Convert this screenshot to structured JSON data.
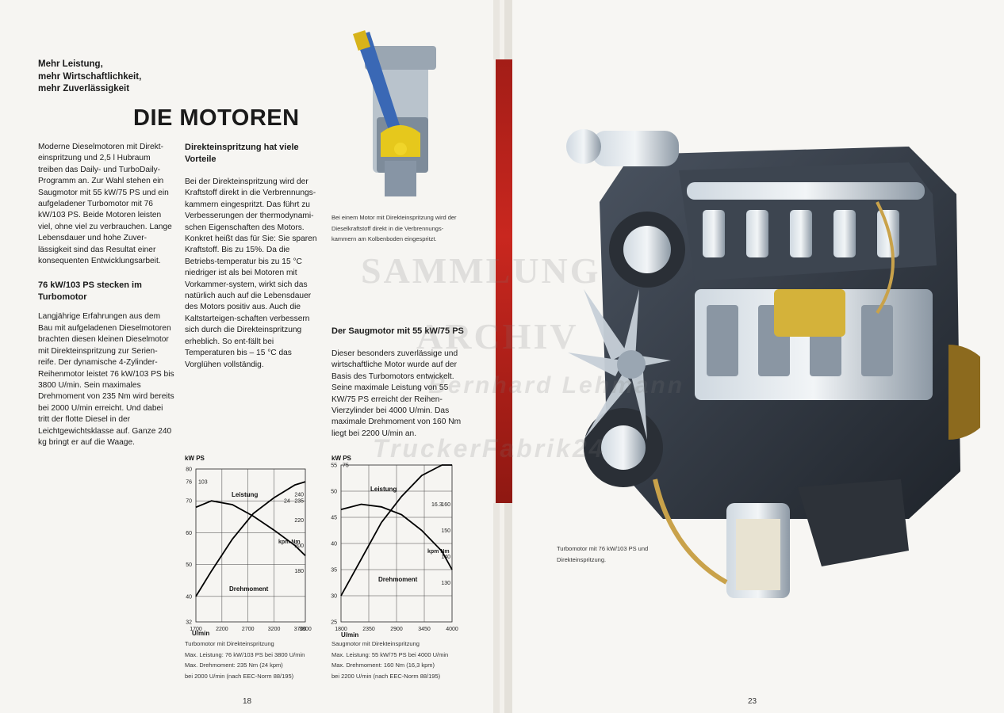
{
  "tagline": [
    "Mehr Leistung,",
    "mehr Wirtschaftlichkeit,",
    "mehr Zuverlässigkeit"
  ],
  "title": "DIE MOTOREN",
  "col1": {
    "intro": "Moderne Dieselmotoren mit Direkt-einspritzung und 2,5 l Hubraum treiben das Daily- und TurboDaily-Programm an. Zur Wahl stehen ein Saugmotor mit 55 kW/75 PS und ein aufgeladener Turbomotor mit 76 kW/103 PS. Beide Motoren leisten viel, ohne viel zu verbrauchen. Lange Lebensdauer und hohe Zuver-lässigkeit sind das Resultat einer konsequenten Entwicklungsarbeit.",
    "heading": "76 kW/103 PS stecken im Turbomotor",
    "body": "Langjährige Erfahrungen aus dem Bau mit aufgeladenen Dieselmotoren brachten diesen kleinen Dieselmotor mit Direkteinspritzung zur Serien-reife. Der dynamische 4-Zylinder-Reihenmotor leistet 76 kW/103 PS bis 3800 U/min. Sein maximales Drehmoment von 235 Nm wird bereits bei 2000 U/min erreicht. Und dabei tritt der flotte Diesel in der Leichtgewichtsklasse auf. Ganze 240 kg bringt er auf die Waage."
  },
  "col2": {
    "heading": "Direkteinspritzung hat viele Vorteile",
    "body": "Bei der Direkteinspritzung wird der Kraftstoff direkt in die Verbrennungs-kammern eingespritzt. Das führt zu Verbesserungen der thermodynami-schen Eigenschaften des Motors. Konkret heißt das für Sie: Sie sparen Kraftstoff. Bis zu 15%. Da die Betriebs-temperatur bis zu 15 °C niedriger ist als bei Motoren mit Vorkammer-system, wirkt sich das natürlich auch auf die Lebensdauer des Motors positiv aus. Auch die Kaltstarteigen-schaften verbessern sich durch die Direkteinspritzung erheblich. So ent-fällt bei Temperaturen bis – 15 °C das Vorglühen vollständig."
  },
  "col3": {
    "heading": "Der Saugmotor mit 55 kW/75 PS",
    "body": "Dieser besonders zuverlässige und wirtschaftliche Motor wurde auf der Basis des Turbomotors entwickelt. Seine maximale Leistung von 55 KW/75 PS erreicht der Reihen-Vierzylinder bei 4000 U/min. Das maximale Drehmoment von 160 Nm liegt bei 2200 U/min an."
  },
  "injector_caption": "Bei einem Motor mit Direkteinspritzung wird der Dieselkraftstoff direkt in die Verbrennungs-kammern am Kolbenboden eingespritzt.",
  "engine_caption": "Turbomotor mit 76 kW/103 PS und Direkteinspritzung.",
  "watermark": {
    "line1": "SAMMLUNG",
    "line2": "ARCHIV",
    "line3": "Bernhard Lehmann",
    "line4": "TruckerFabrik24"
  },
  "page_left": "18",
  "page_right": "23",
  "chart_data": [
    {
      "type": "line",
      "title": "",
      "xlabel": "U/min",
      "ylabel": "kW PS",
      "ylabel_right": "kpm Nm",
      "x_ticks": [
        "1700",
        "2200",
        "2700",
        "3200",
        "3700",
        "3800"
      ],
      "y_ticks_kw": [
        "32",
        "40",
        "50",
        "60",
        "70",
        "76",
        "80"
      ],
      "y_label_ps": "103",
      "y_ticks_nm": [
        "180",
        "200",
        "220",
        "235",
        "240"
      ],
      "y_label_kpm": "24",
      "series": [
        {
          "name": "Leistung",
          "x": [
            1700,
            2000,
            2400,
            2800,
            3200,
            3600,
            3800
          ],
          "y": [
            40,
            48,
            58,
            66,
            71,
            75,
            76
          ]
        },
        {
          "name": "Drehmoment",
          "x": [
            1700,
            2000,
            2400,
            2800,
            3200,
            3600,
            3800
          ],
          "y": [
            230,
            235,
            232,
            223,
            212,
            200,
            192
          ]
        }
      ],
      "caption": [
        "Turbomotor mit Direkteinspritzung",
        "Max. Leistung: 76 kW/103 PS bei 3800 U/min",
        "Max. Drehmoment: 235 Nm (24 kpm)",
        "bei 2000 U/min (nach EEC-Norm 88/195)"
      ]
    },
    {
      "type": "line",
      "title": "",
      "xlabel": "U/min",
      "ylabel": "kW PS",
      "ylabel_right": "kpm Nm",
      "x_ticks": [
        "1800",
        "2350",
        "2900",
        "3450",
        "4000"
      ],
      "y_ticks_kw": [
        "25",
        "30",
        "35",
        "40",
        "45",
        "50",
        "55"
      ],
      "y_label_ps": "75",
      "y_ticks_nm": [
        "130",
        "140",
        "150",
        "160"
      ],
      "y_label_kpm": "16.3",
      "series": [
        {
          "name": "Leistung",
          "x": [
            1800,
            2200,
            2600,
            3000,
            3400,
            3800,
            4000
          ],
          "y": [
            30,
            37,
            44,
            49,
            53,
            55,
            55
          ]
        },
        {
          "name": "Drehmoment",
          "x": [
            1800,
            2200,
            2600,
            3000,
            3400,
            3800,
            4000
          ],
          "y": [
            158,
            160,
            159,
            156,
            150,
            142,
            135
          ]
        }
      ],
      "caption": [
        "Saugmotor mit Direkteinspritzung",
        "Max. Leistung: 55 kW/75 PS bei 4000 U/min",
        "Max. Drehmoment: 160 Nm (16,3 kpm)",
        "bei 2200 U/min (nach EEC-Norm 88/195)"
      ]
    }
  ]
}
